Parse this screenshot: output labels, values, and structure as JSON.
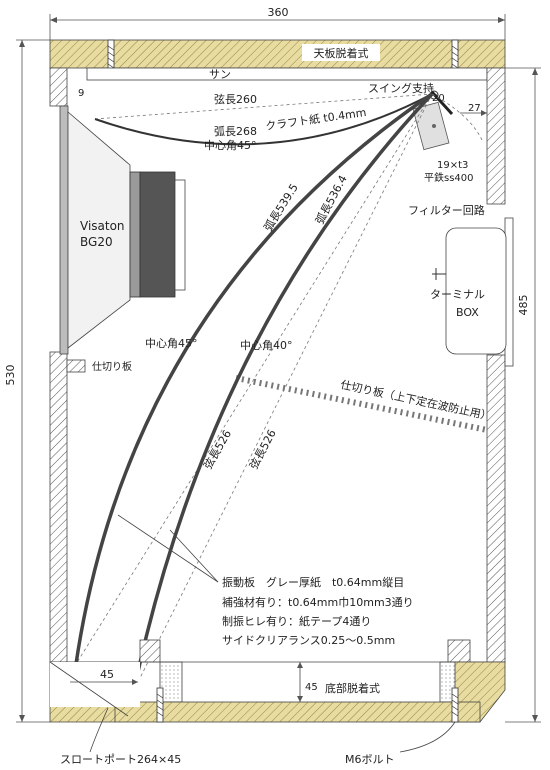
{
  "dimensions": {
    "width_top": "360",
    "height_left": "530",
    "height_right": "485",
    "top_gap": "9",
    "swing_offset": "20",
    "swing_right": "27",
    "port_width": "45",
    "bottom_height": "45"
  },
  "labels": {
    "top_panel": "天板脱着式",
    "san": "サン",
    "swing_support": "スイング支持",
    "chord_260": "弦長260",
    "arc_268": "弧長268",
    "kraft": "クラフト紙 t0.4mm",
    "center_angle_45_top": "中心角45°",
    "flat_bar_1": "19×t3",
    "flat_bar_2": "平鉄ss400",
    "driver_1": "Visaton",
    "driver_2": "BG20",
    "arc_5395": "弧長539.5",
    "arc_5364": "弧長536.4",
    "filter": "フィルター回路",
    "terminal_1": "ターミナル",
    "terminal_2": "BOX",
    "partition_left": "仕切り板",
    "center_angle_45": "中心角45°",
    "center_angle_40": "中心角40°",
    "partition_right": "仕切り板（上下定在波防止用）",
    "chord_526_a": "弦長526",
    "chord_526_b": "弦長526",
    "bottom_panel": "底部脱着式",
    "throat_port": "スロートポート264×45",
    "m6_bolt": "M6ボルト"
  },
  "notes": [
    "振動板　グレー厚紙　t0.64mm縦目",
    "補強材有り：t0.64mm巾10mm3通り",
    "制振ヒレ有り：紙テープ4通り",
    "サイドクリアランス0.25〜0.5mm"
  ],
  "colors": {
    "wood": "#e8dca0",
    "hatch": "#555555",
    "diaphragm": "#444444",
    "magnet": "#555555"
  }
}
